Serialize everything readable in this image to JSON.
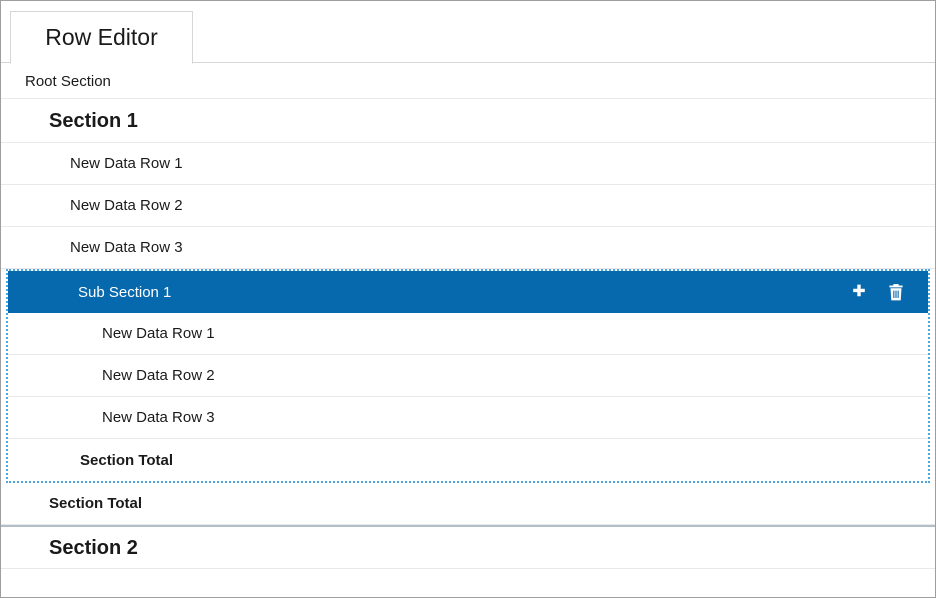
{
  "window": {
    "title": "Row Editor"
  },
  "tabs": [
    {
      "label": "Row Editor",
      "active": true
    }
  ],
  "colors": {
    "selected_row_background": "#0668ad",
    "selected_row_text": "#ffffff",
    "dotted_group_border": "#4aa8dd",
    "row_separator": "#e6eaed",
    "thick_separator": "#b3bfc7",
    "frame_border": "#9e9e9e",
    "tab_border": "#d6d6d6",
    "page_background": "#ffffff",
    "text": "#1a1a1a"
  },
  "tree": {
    "root_label": "Root Section",
    "section_1": {
      "label": "Section 1",
      "data_rows": [
        {
          "label": "New Data Row 1"
        },
        {
          "label": "New Data Row 2"
        },
        {
          "label": "New Data Row 3"
        }
      ],
      "sub_section_1": {
        "label": "Sub Section 1",
        "selected": true,
        "actions": [
          {
            "name": "add-icon",
            "glyph": "plus",
            "label": "Add"
          },
          {
            "name": "delete-icon",
            "glyph": "trash",
            "label": "Delete"
          }
        ],
        "data_rows": [
          {
            "label": "New Data Row 1"
          },
          {
            "label": "New Data Row 2"
          },
          {
            "label": "New Data Row 3"
          }
        ],
        "total_label": "Section Total"
      },
      "total_label": "Section Total"
    },
    "section_2": {
      "label": "Section 2"
    }
  }
}
